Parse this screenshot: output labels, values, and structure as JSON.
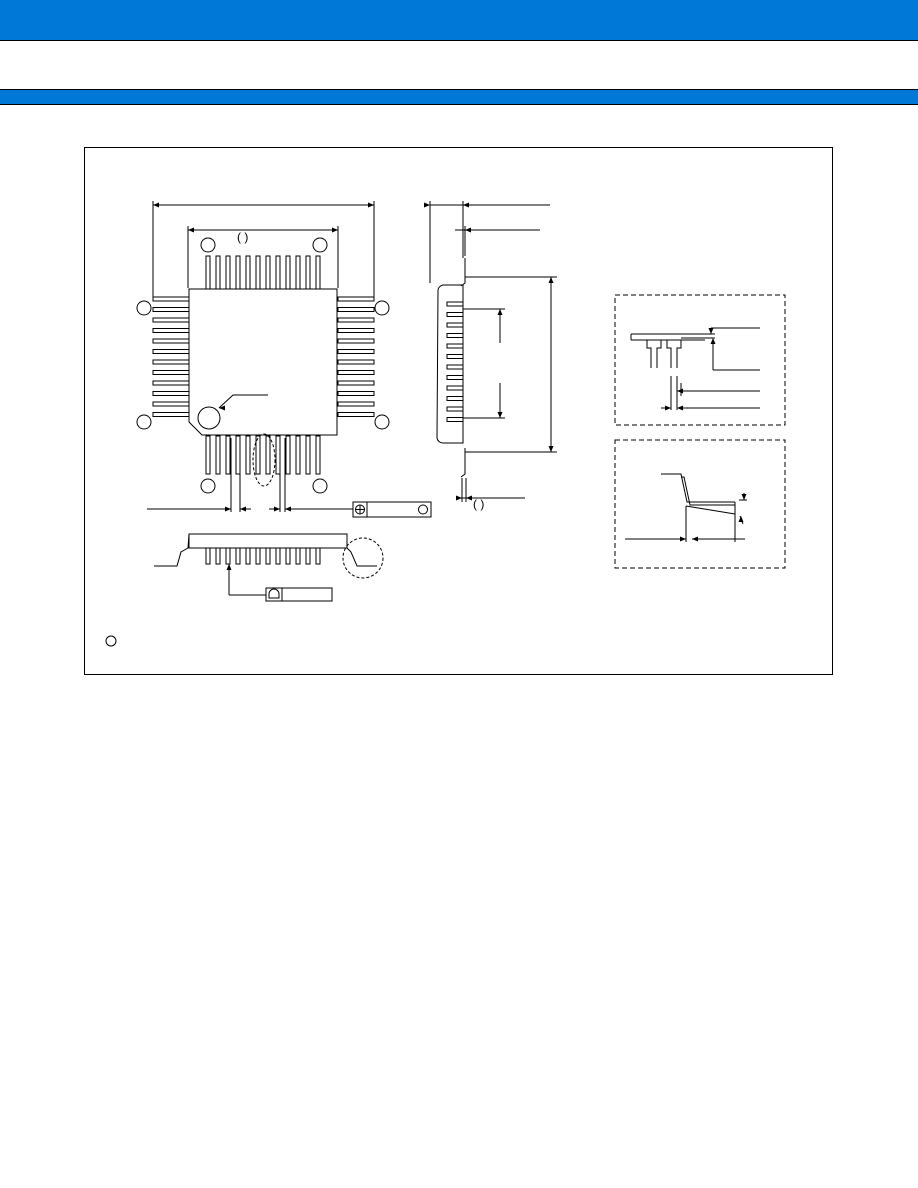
{
  "colors": {
    "header_band": "#0078d7",
    "line": "#000000",
    "background": "#ffffff"
  },
  "diagram": {
    "top_view": {
      "lead_count_per_side": 12,
      "reference_paren": "(  )"
    },
    "side_view": {
      "lead_count": 12,
      "reference_paren": "(  )"
    },
    "detail_views": {
      "border_style": "dashed"
    },
    "icons": [
      "position-tolerance-icon",
      "profile-tolerance-icon",
      "small-circle-icon"
    ]
  }
}
